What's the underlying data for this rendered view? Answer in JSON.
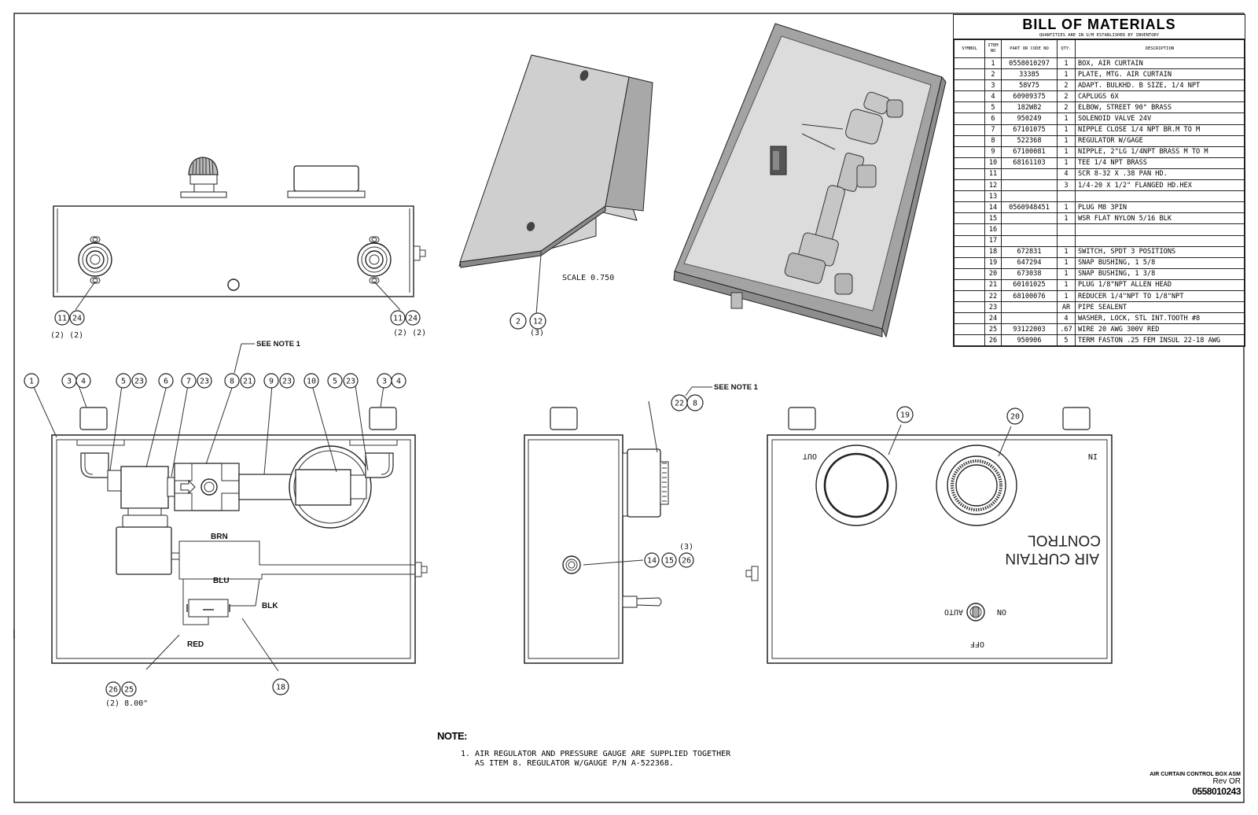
{
  "bom": {
    "title": "BILL OF MATERIALS",
    "subtitle": "QUANTITIES ARE IN U/M ESTABLISHED BY INVENTORY",
    "headers": [
      "SYMBOL",
      "ITEM NO",
      "PART OR CODE NO",
      "QTY.",
      "DESCRIPTION"
    ],
    "rows": [
      {
        "item": "1",
        "part": "0558010297",
        "qty": "1",
        "desc": "BOX, AIR CURTAIN"
      },
      {
        "item": "2",
        "part": "33385",
        "qty": "1",
        "desc": "PLATE, MTG. AIR CURTAIN"
      },
      {
        "item": "3",
        "part": "58V75",
        "qty": "2",
        "desc": "ADAPT. BULKHD. B SIZE, 1/4 NPT"
      },
      {
        "item": "4",
        "part": "60909375",
        "qty": "2",
        "desc": "CAPLUGS 6X"
      },
      {
        "item": "5",
        "part": "182W82",
        "qty": "2",
        "desc": "ELBOW, STREET 90° BRASS"
      },
      {
        "item": "6",
        "part": "950249",
        "qty": "1",
        "desc": "SOLENOID VALVE 24V"
      },
      {
        "item": "7",
        "part": "67101075",
        "qty": "1",
        "desc": "NIPPLE CLOSE 1/4 NPT BR.M TO M"
      },
      {
        "item": "8",
        "part": "522368",
        "qty": "1",
        "desc": "REGULATOR W/GAGE"
      },
      {
        "item": "9",
        "part": "67100081",
        "qty": "1",
        "desc": "NIPPLE, 2\"LG 1/4NPT BRASS M TO M"
      },
      {
        "item": "10",
        "part": "68161103",
        "qty": "1",
        "desc": "TEE 1/4 NPT BRASS"
      },
      {
        "item": "11",
        "part": "",
        "qty": "4",
        "desc": "SCR 8-32 X .38 PAN HD."
      },
      {
        "item": "12",
        "part": "",
        "qty": "3",
        "desc": "1/4-20 X 1/2\" FLANGED HD.HEX"
      },
      {
        "item": "13",
        "part": "",
        "qty": "",
        "desc": ""
      },
      {
        "item": "14",
        "part": "0560948451",
        "qty": "1",
        "desc": "PLUG M8 3PIN"
      },
      {
        "item": "15",
        "part": "",
        "qty": "1",
        "desc": "WSR FLAT NYLON 5/16 BLK"
      },
      {
        "item": "16",
        "part": "",
        "qty": "",
        "desc": ""
      },
      {
        "item": "17",
        "part": "",
        "qty": "",
        "desc": ""
      },
      {
        "item": "18",
        "part": "672831",
        "qty": "1",
        "desc": "SWITCH, SPDT 3 POSITIONS"
      },
      {
        "item": "19",
        "part": "647294",
        "qty": "1",
        "desc": "SNAP BUSHING, 1 5/8"
      },
      {
        "item": "20",
        "part": "673038",
        "qty": "1",
        "desc": "SNAP BUSHING, 1 3/8"
      },
      {
        "item": "21",
        "part": "60101025",
        "qty": "1",
        "desc": "PLUG 1/8\"NPT ALLEN HEAD"
      },
      {
        "item": "22",
        "part": "68100076",
        "qty": "1",
        "desc": "REDUCER 1/4\"NPT TO 1/8\"NPT"
      },
      {
        "item": "23",
        "part": "",
        "qty": "AR",
        "desc": "PIPE SEALENT"
      },
      {
        "item": "24",
        "part": "",
        "qty": "4",
        "desc": "WASHER, LOCK, STL  INT.TOOTH #8"
      },
      {
        "item": "25",
        "part": "93122003",
        "qty": ".67",
        "desc": "WIRE 20 AWG 300V RED"
      },
      {
        "item": "26",
        "part": "950906",
        "qty": "5",
        "desc": "TERM FASTON .25 FEM INSUL 22-18 AWG"
      }
    ]
  },
  "callouts": {
    "scale": "SCALE 0.750",
    "see_note": "SEE NOTE 1",
    "qty_2_2": "(2) (2)",
    "qty_3": "(3)",
    "wire_length": "(2) 8.00\"",
    "b1": "1",
    "b2": "2",
    "b3": "3",
    "b4": "4",
    "b5": "5",
    "b6": "6",
    "b7": "7",
    "b8": "8",
    "b9": "9",
    "b10": "10",
    "b11": "11",
    "b12": "12",
    "b14": "14",
    "b15": "15",
    "b18": "18",
    "b19": "19",
    "b20": "20",
    "b21": "21",
    "b22": "22",
    "b23": "23",
    "b24": "24",
    "b25": "25",
    "b26": "26"
  },
  "wires": {
    "brn": "BRN",
    "blu": "BLU",
    "blk": "BLK",
    "red": "RED"
  },
  "panel": {
    "out": "OUT",
    "in": "IN",
    "line1": "AIR CURTAIN",
    "line2": "CONTROL",
    "off": "OFF",
    "auto": "AUTO",
    "on": "ON"
  },
  "note": {
    "heading": "NOTE:",
    "text": "1. AIR REGULATOR AND PRESSURE GAUGE ARE SUPPLIED TOGETHER\n   AS ITEM 8. REGULATOR W/GAUGE P/N A-522368."
  },
  "title_block": {
    "title": "AIR CURTAIN CONTROL BOX ASM",
    "rev": "Rev OR",
    "number": "0558010243"
  }
}
